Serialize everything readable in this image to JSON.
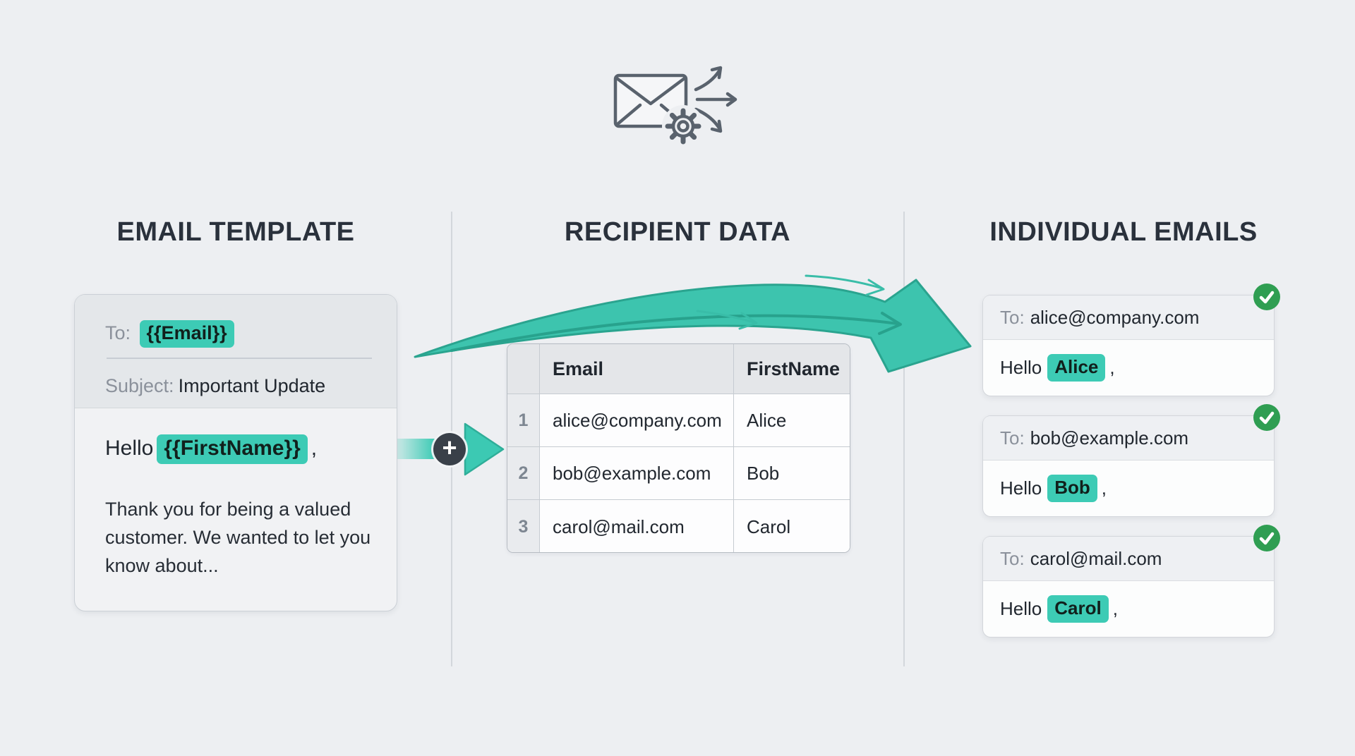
{
  "header_icon": {
    "name": "mail-merge-icon",
    "parts": [
      "envelope",
      "gear",
      "fan-out-arrows"
    ]
  },
  "template_column": {
    "heading": "EMAIL TEMPLATE",
    "card": {
      "to_label": "To:",
      "to_placeholder": "{{Email}}",
      "subject_label": "Subject:",
      "subject_value": "Important Update",
      "greeting_prefix": "Hello",
      "greeting_placeholder": "{{FirstName}}",
      "greeting_suffix": ",",
      "body_text": "Thank you for being a valued customer. We wanted to let you know about..."
    }
  },
  "data_column": {
    "heading": "RECIPIENT DATA",
    "table": {
      "headers": [
        "Email",
        "FirstName"
      ],
      "row_numbers": [
        "1",
        "2",
        "3"
      ],
      "rows": [
        [
          "alice@company.com",
          "Alice"
        ],
        [
          "bob@example.com",
          "Bob"
        ],
        [
          "carol@mail.com",
          "Carol"
        ]
      ]
    }
  },
  "output_column": {
    "heading": "INDIVIDUAL EMAILS",
    "emails": [
      {
        "to_label": "To:",
        "to_value": "alice@company.com",
        "greeting_prefix": "Hello",
        "name": "Alice",
        "greeting_suffix": ",",
        "status": "sent-check"
      },
      {
        "to_label": "To:",
        "to_value": "bob@example.com",
        "greeting_prefix": "Hello",
        "name": "Bob",
        "greeting_suffix": ",",
        "status": "sent-check"
      },
      {
        "to_label": "To:",
        "to_value": "carol@mail.com",
        "greeting_prefix": "Hello",
        "name": "Carol",
        "greeting_suffix": ",",
        "status": "sent-check"
      }
    ]
  },
  "connector": {
    "plus_label": "+"
  },
  "colors": {
    "background": "#edeff2",
    "heading_text": "#2a313c",
    "accent_teal": "#3dcbb5",
    "arrow_teal": "#3dc4ae",
    "arrow_outline": "#2aa48f",
    "success_green": "#2f9e52",
    "plus_circle": "#394049",
    "muted_label": "#8b919b",
    "dark_text": "#21272f",
    "icon_stroke": "#59626d",
    "divider": "#d3d7dc"
  }
}
